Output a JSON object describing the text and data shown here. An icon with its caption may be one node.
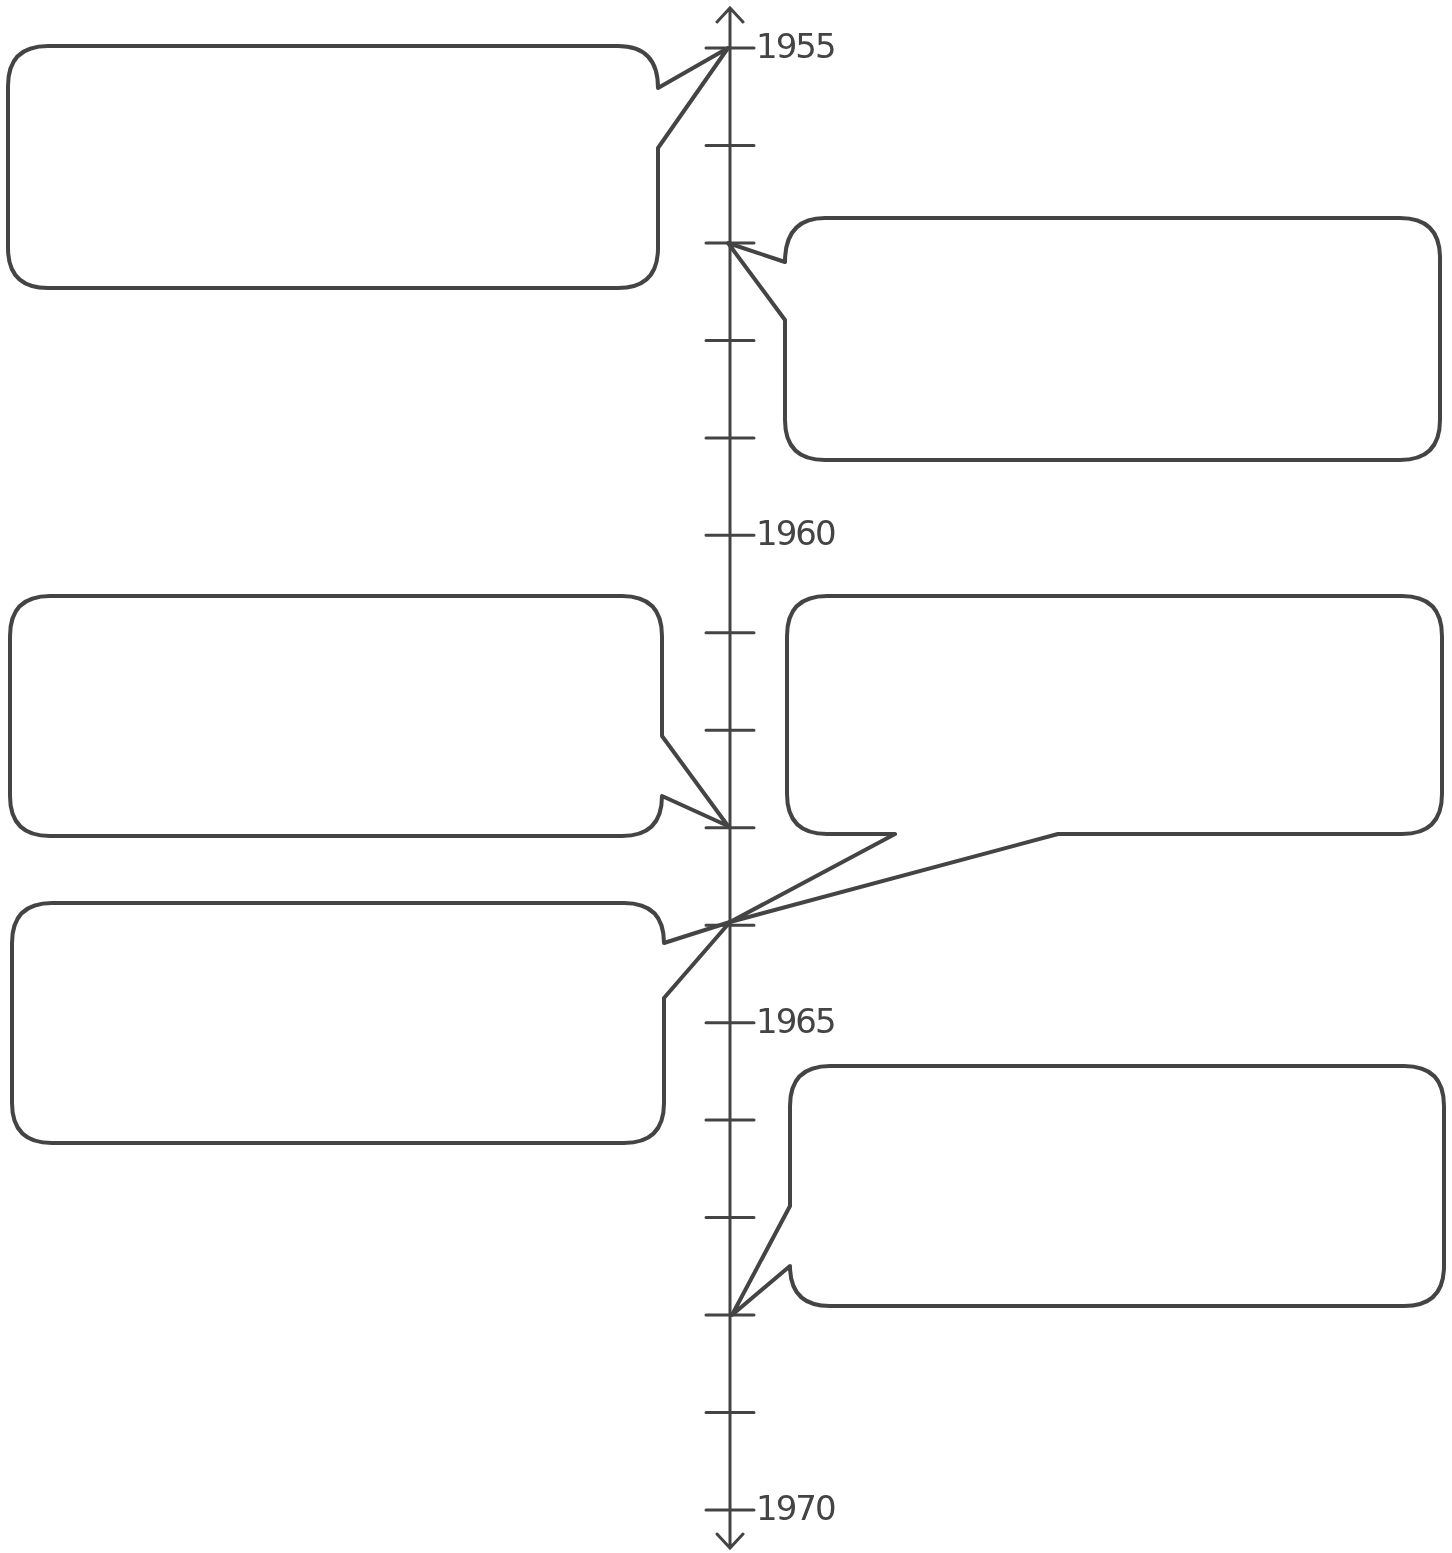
{
  "diagram": {
    "nodes": [
      {
        "text": [],
        "shape": "box"
      },
      {
        "text": [],
        "shape": "box"
      },
      {
        "text": [],
        "shape": "box"
      },
      {
        "text": [],
        "shape": "box"
      },
      {
        "text": [],
        "shape": "box"
      },
      {
        "text": [],
        "shape": "box"
      }
    ],
    "labels": [
      "1955",
      "1960",
      "1965",
      "1970"
    ]
  }
}
